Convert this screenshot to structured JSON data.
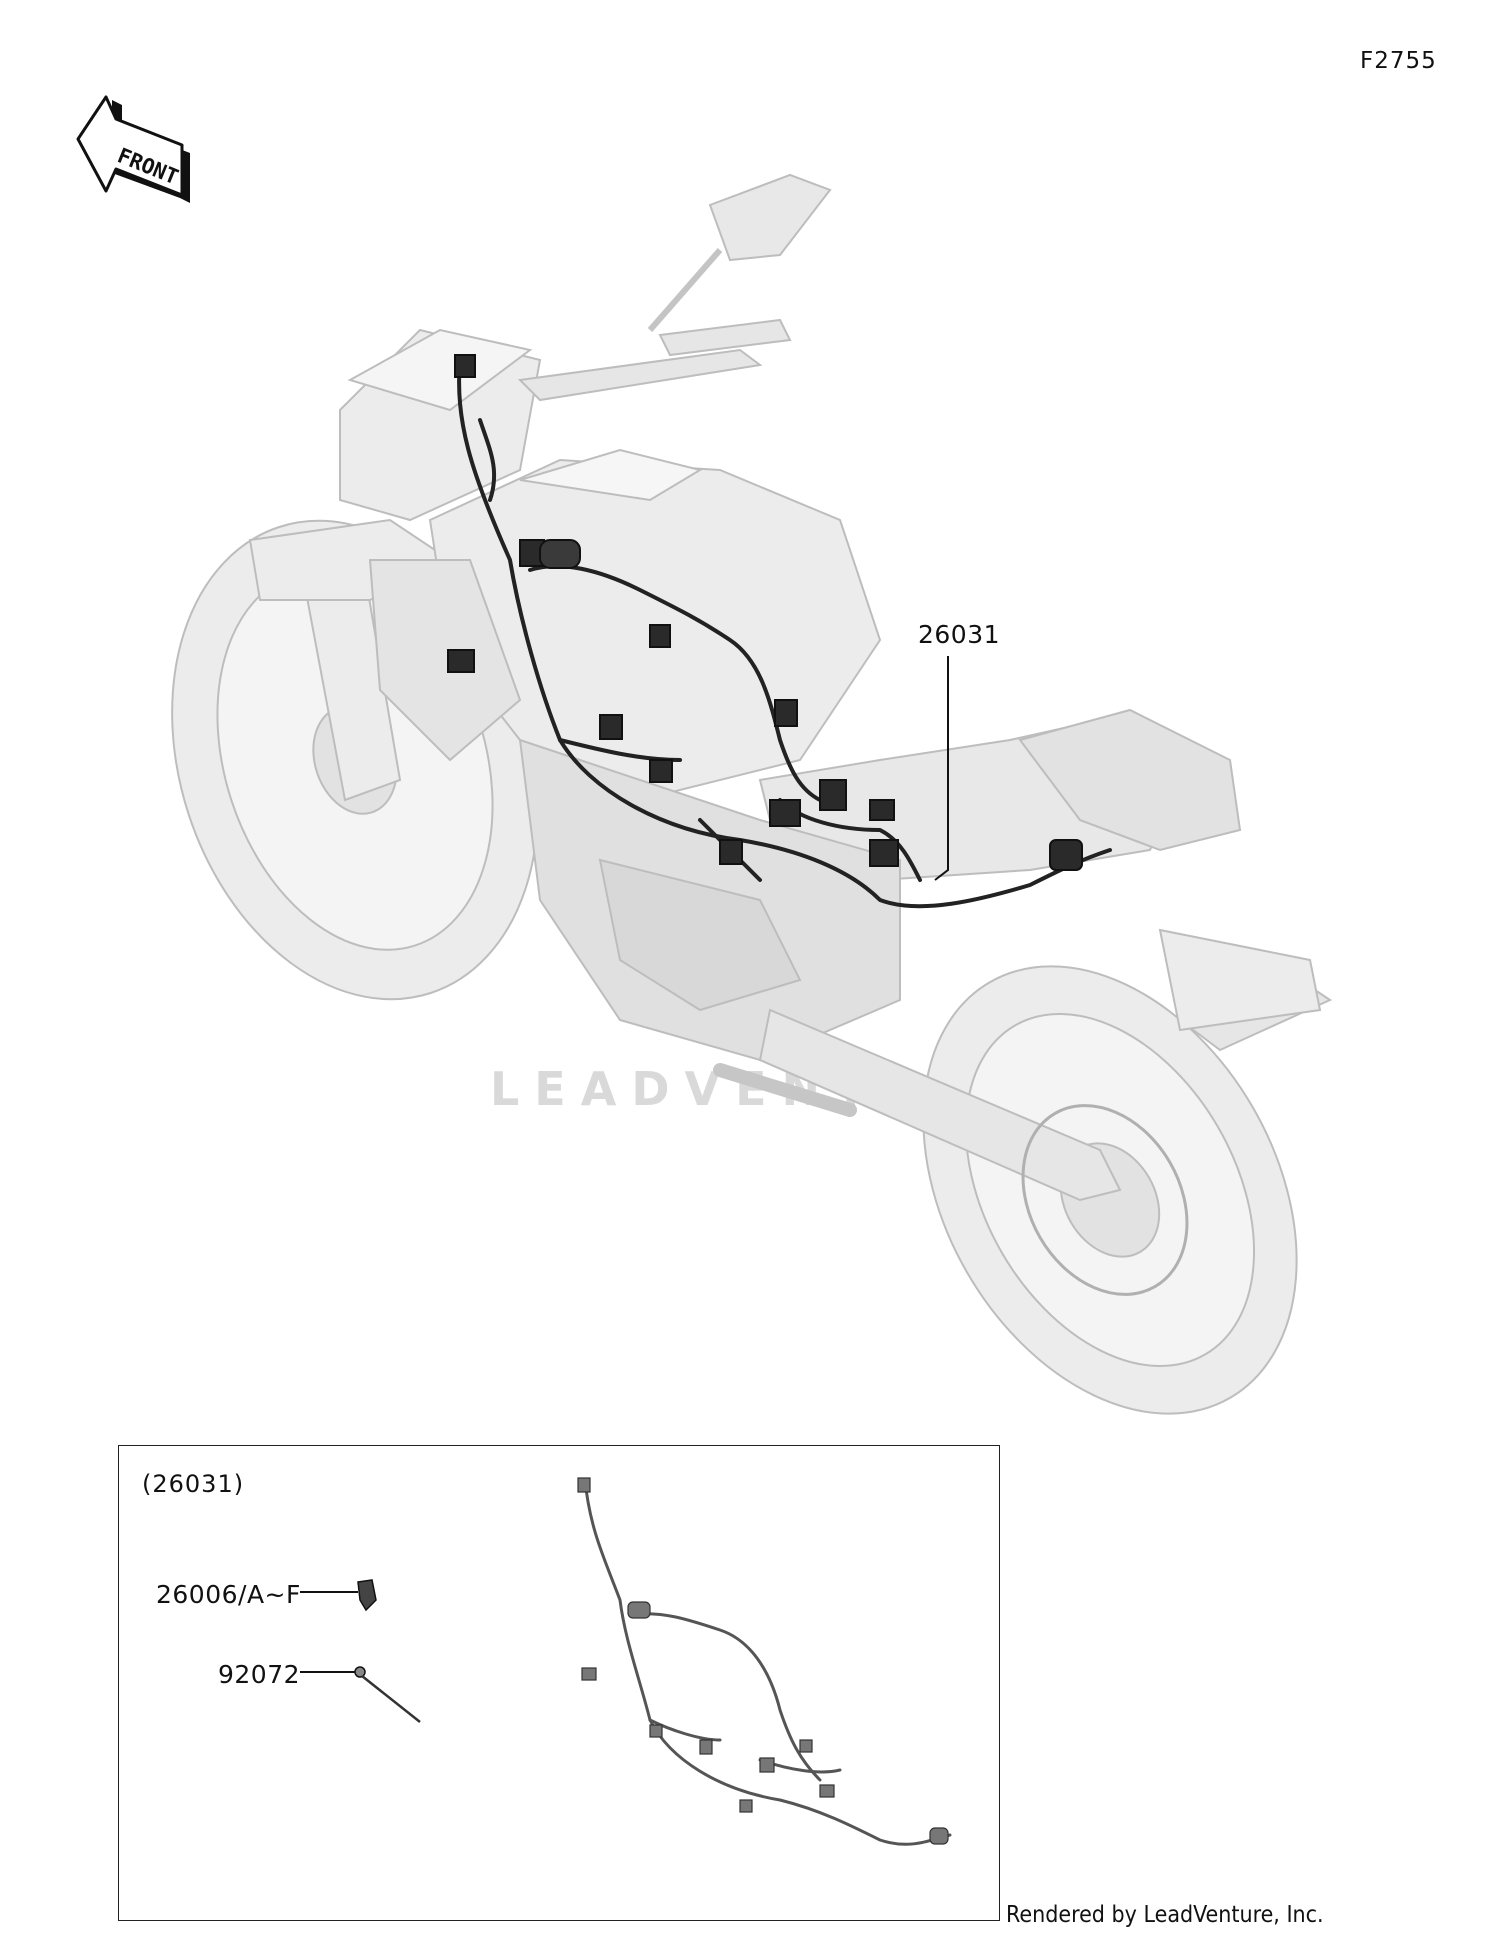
{
  "figure_id": "F2755",
  "front_arrow": {
    "label": "FRONT"
  },
  "watermark": "LEADVENTURE",
  "callouts": {
    "main_harness": "26031"
  },
  "inset": {
    "title": "(26031)",
    "parts": [
      {
        "part_number": "26006/A~F"
      },
      {
        "part_number": "92072"
      }
    ]
  },
  "credit": "Rendered by LeadVenture, Inc."
}
